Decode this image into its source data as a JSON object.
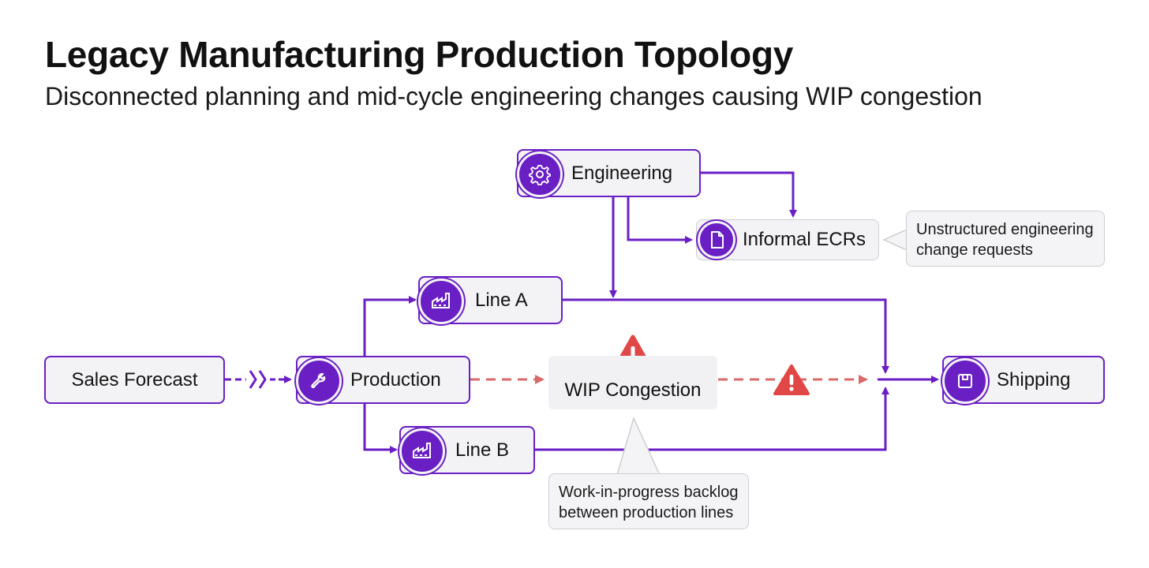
{
  "header": {
    "title": "Legacy Manufacturing Production Topology",
    "subtitle": "Disconnected planning and mid-cycle engineering changes causing WIP congestion"
  },
  "nodes": {
    "sales_forecast": "Sales Forecast",
    "production": "Production",
    "line_a": "Line A",
    "line_b": "Line B",
    "engineering": "Engineering",
    "informal_ecrs": "Informal ECRs",
    "wip_congestion": "WIP Congestion",
    "shipping": "Shipping"
  },
  "callouts": {
    "ecr_note": "Unstructured engineering change requests",
    "wip_note": "Work-in-progress backlog between production lines"
  },
  "icons": {
    "engineering": "gear-icon",
    "informal_ecrs": "document-icon",
    "line_a": "factory-icon",
    "line_b": "factory-icon",
    "production": "tool-icon",
    "shipping": "package-icon",
    "warning": "warning-icon"
  },
  "colors": {
    "accent": "#6a1fc4",
    "warning": "#e04848",
    "dashed_flow": "#d96a6a"
  }
}
